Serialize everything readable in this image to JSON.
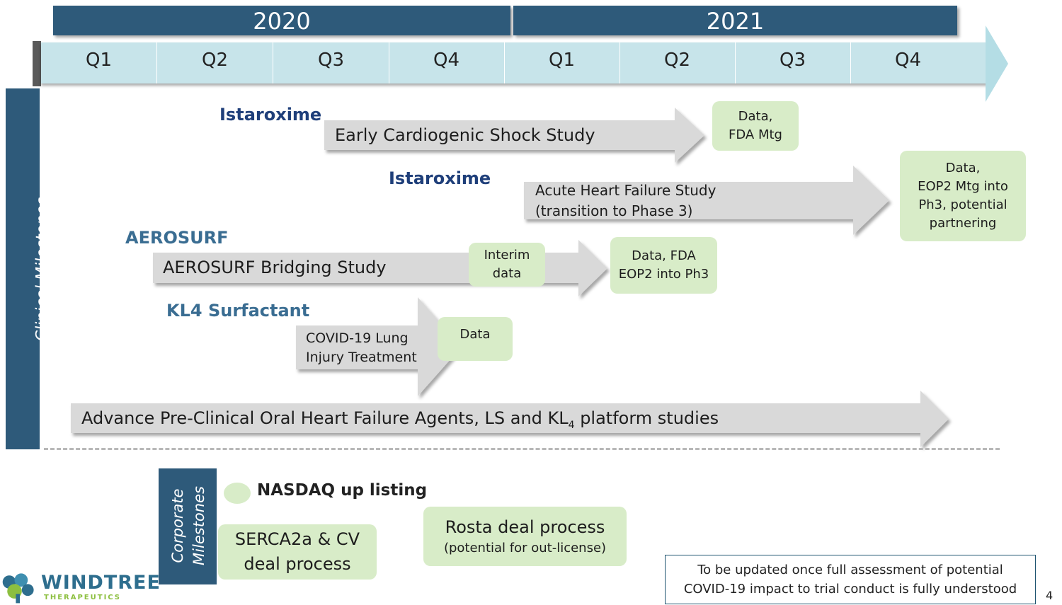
{
  "timeline": {
    "years": [
      "2020",
      "2021"
    ],
    "quarters": [
      "Q1",
      "Q2",
      "Q3",
      "Q4",
      "Q1",
      "Q2",
      "Q3",
      "Q4"
    ]
  },
  "side_labels": {
    "clinical": "Clinical Milestones",
    "corporate_line1": "Corporate",
    "corporate_line2": "Milestones"
  },
  "drugs": {
    "istaroxime_1": "Istaroxime",
    "istaroxime_2": "Istaroxime",
    "aerosurf": "AEROSURF",
    "kl4": "KL4 Surfactant"
  },
  "studies": {
    "early_cardiogenic": "Early Cardiogenic Shock Study",
    "acute_hf_line1": "Acute Heart Failure Study",
    "acute_hf_line2": "(transition to Phase 3)",
    "aerosurf_bridging": "AEROSURF Bridging Study",
    "covid_line1": "COVID-19 Lung",
    "covid_line2": "Injury Treatment",
    "preclinical_main": "Advance Pre-Clinical Oral Heart Failure Agents, LS and KL",
    "preclinical_sub": "4",
    "preclinical_tail": " platform studies"
  },
  "milestones": {
    "ecs_line1": "Data,",
    "ecs_line2": "FDA Mtg",
    "ahf_line1": "Data,",
    "ahf_line2": "EOP2 Mtg into",
    "ahf_line3": "Ph3, potential",
    "ahf_line4": "partnering",
    "interim_line1": "Interim",
    "interim_line2": "data",
    "aero_line1": "Data, FDA",
    "aero_line2": "EOP2 into Ph3",
    "covid_data": "Data"
  },
  "corporate": {
    "nasdaq": "NASDAQ up listing",
    "serca_line1": "SERCA2a & CV",
    "serca_line2": "deal process",
    "rosta_line1": "Rosta deal process",
    "rosta_line2": "(potential for out-license)"
  },
  "note": {
    "line1": "To be updated once full assessment of potential",
    "line2": "COVID-19 impact to trial conduct is fully understood"
  },
  "logo": {
    "name": "WINDTREE",
    "sub": "THERAPEUTICS"
  },
  "page_number": "4",
  "colors": {
    "navy": "#2e5a7a",
    "quarter_band": "#c7e4ea",
    "arrow_gray": "#d9d9d9",
    "milestone_green": "#d8ecc8",
    "drug_blue": "#1f3f7a",
    "aerosurf_blue": "#3a6d92"
  }
}
